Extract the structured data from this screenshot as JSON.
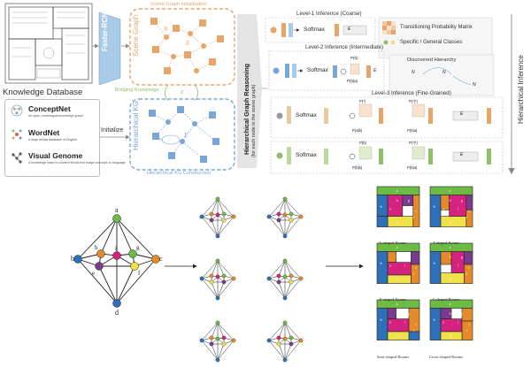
{
  "pipeline": {
    "faster_rcnn": "Faster-RCNN",
    "scene_graph": "Scene Graph",
    "scene_graph_init": "Scene Graph Initialization",
    "bridging": "Bridging Knowledge",
    "hier_kg": "Hierarchical KG",
    "hier_kg_construction": "Hierarchical KG Construction",
    "initialize": "Initialize",
    "reasoning_title": "Hierarchical Graph Reasoning",
    "reasoning_sub": "(for each node in the scene graph)",
    "hier_inference": "Hierarchical Inference",
    "level1": "Level-1 Inference (Coarse)",
    "level2": "Level-2 Inference (Intermediate)",
    "level3": "Level-3 Inference (Fine-Grained)",
    "softmax": "Softmax",
    "legend_matrix": "Transitioning Probability Matrix",
    "legend_classes": "Specific / General Classes",
    "discovered": "Discovered Hierarchy",
    "math": {
      "n_sg": "N",
      "e_sg": "E",
      "e_b": "E",
      "e_c": "E",
      "n_cpt": "N",
      "e_r1": "E",
      "e_r2": "E",
      "e_r": "E",
      "p_b": "P(b)",
      "p_b_a": "P(b|a)",
      "p_b_b": "P(b|b)",
      "p_star": "P(*)",
      "p_a_b": "P(a|b)",
      "p_b_ab": "P(b|a)",
      "p_star_star": "P(*|*)",
      "p_bs_a": "P(b|a)"
    }
  },
  "knowledge_db": {
    "title": "Knowledge Database",
    "items": [
      {
        "name": "ConceptNet",
        "desc": "An open, multilingual knowledge graph",
        "icon": "network-icon"
      },
      {
        "name": "WordNet",
        "desc": "A large lexical database of English",
        "icon": "wordnet-icon"
      },
      {
        "name": "Visual Genome",
        "desc": "A knowledge base to connect structured image concepts to language",
        "icon": "graph-icon"
      }
    ]
  },
  "graph": {
    "labels": [
      "a",
      "b",
      "c",
      "d",
      "e",
      "f",
      "g",
      "h",
      "i"
    ]
  },
  "rooms": [
    {
      "caption": "L-shaped Rooms"
    },
    {
      "caption": "T-shaped Rooms"
    },
    {
      "caption": "F-shaped Rooms"
    },
    {
      "caption": "C-shaped Rooms"
    },
    {
      "caption": "Stair-shaped Rooms"
    },
    {
      "caption": "Cross-shaped Rooms"
    }
  ],
  "colors": {
    "orange": "#e8a56a",
    "blue": "#7aa6d6",
    "green": "#8fbf6a",
    "gray": "#9a9a9a",
    "room_green": "#6dbb45",
    "room_orange": "#e58a2a",
    "room_blue": "#2e6fb8",
    "room_magenta": "#d4237e",
    "room_yellow": "#f0e04a",
    "room_purple": "#7a3b8e"
  }
}
